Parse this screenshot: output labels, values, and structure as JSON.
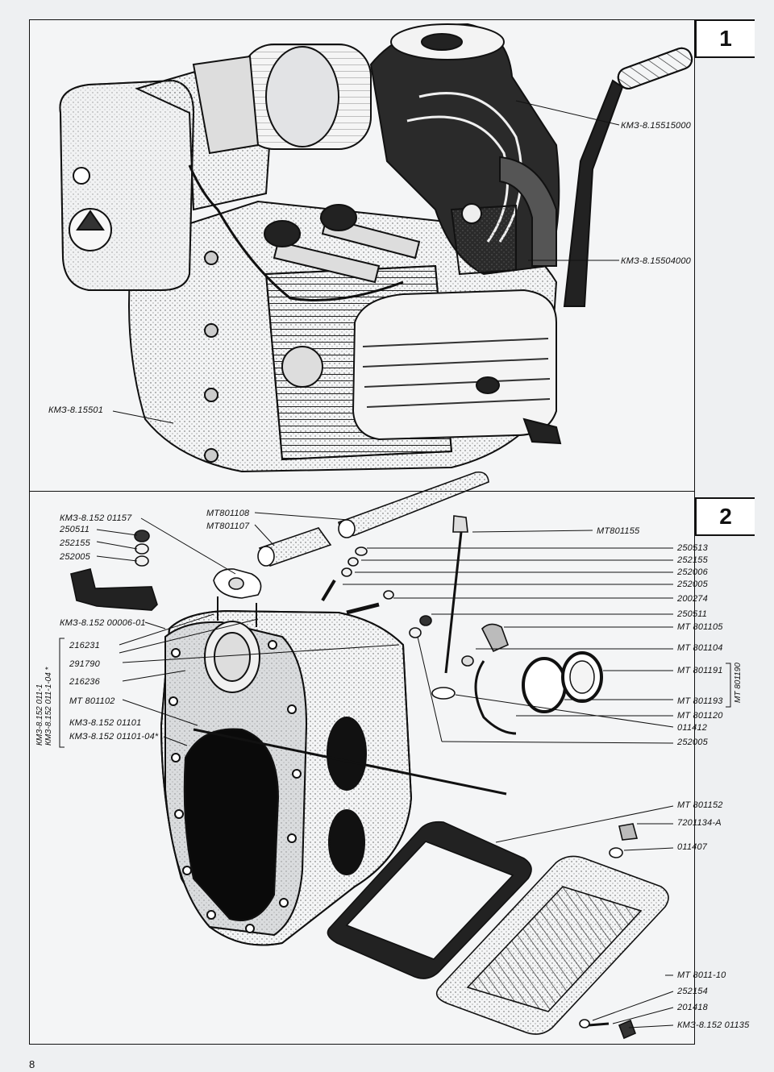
{
  "page": {
    "number": "8"
  },
  "panels": [
    {
      "number": "1",
      "labels": {
        "air_shroud": "КМЗ-8.15515000",
        "carburetor_assembly": "КМЗ-8.15504000",
        "crankcase_unit": "КМЗ-8.15501"
      }
    },
    {
      "number": "2",
      "labels_left": [
        "КМЗ-8.152 01157",
        "250511",
        "252155",
        "252005",
        "КМЗ-8.152 00006-01",
        "216231",
        "291790",
        "216236",
        "МТ 801102",
        "КМЗ-8.152 01101",
        "КМЗ-8.152 01101-04*"
      ],
      "labels_top": [
        "МТ801108",
        "МТ801107",
        "МТ801155"
      ],
      "labels_right": [
        "250513",
        "252155",
        "252006",
        "252005",
        "200274",
        "250511",
        "МТ 801105",
        "МТ 801104",
        "МТ 801191",
        "МТ 801193",
        "МТ 801120",
        "011412",
        "252005",
        "МТ 801152",
        "7201134-А",
        "011407",
        "МТ 8011-10",
        "252154",
        "201418",
        "КМЗ-8.152 01135"
      ],
      "bracket_left": [
        "КМЗ-8.152 011-1",
        "КМЗ-8.152 011-1-04 *"
      ],
      "bracket_right": "МТ 801190"
    }
  ]
}
